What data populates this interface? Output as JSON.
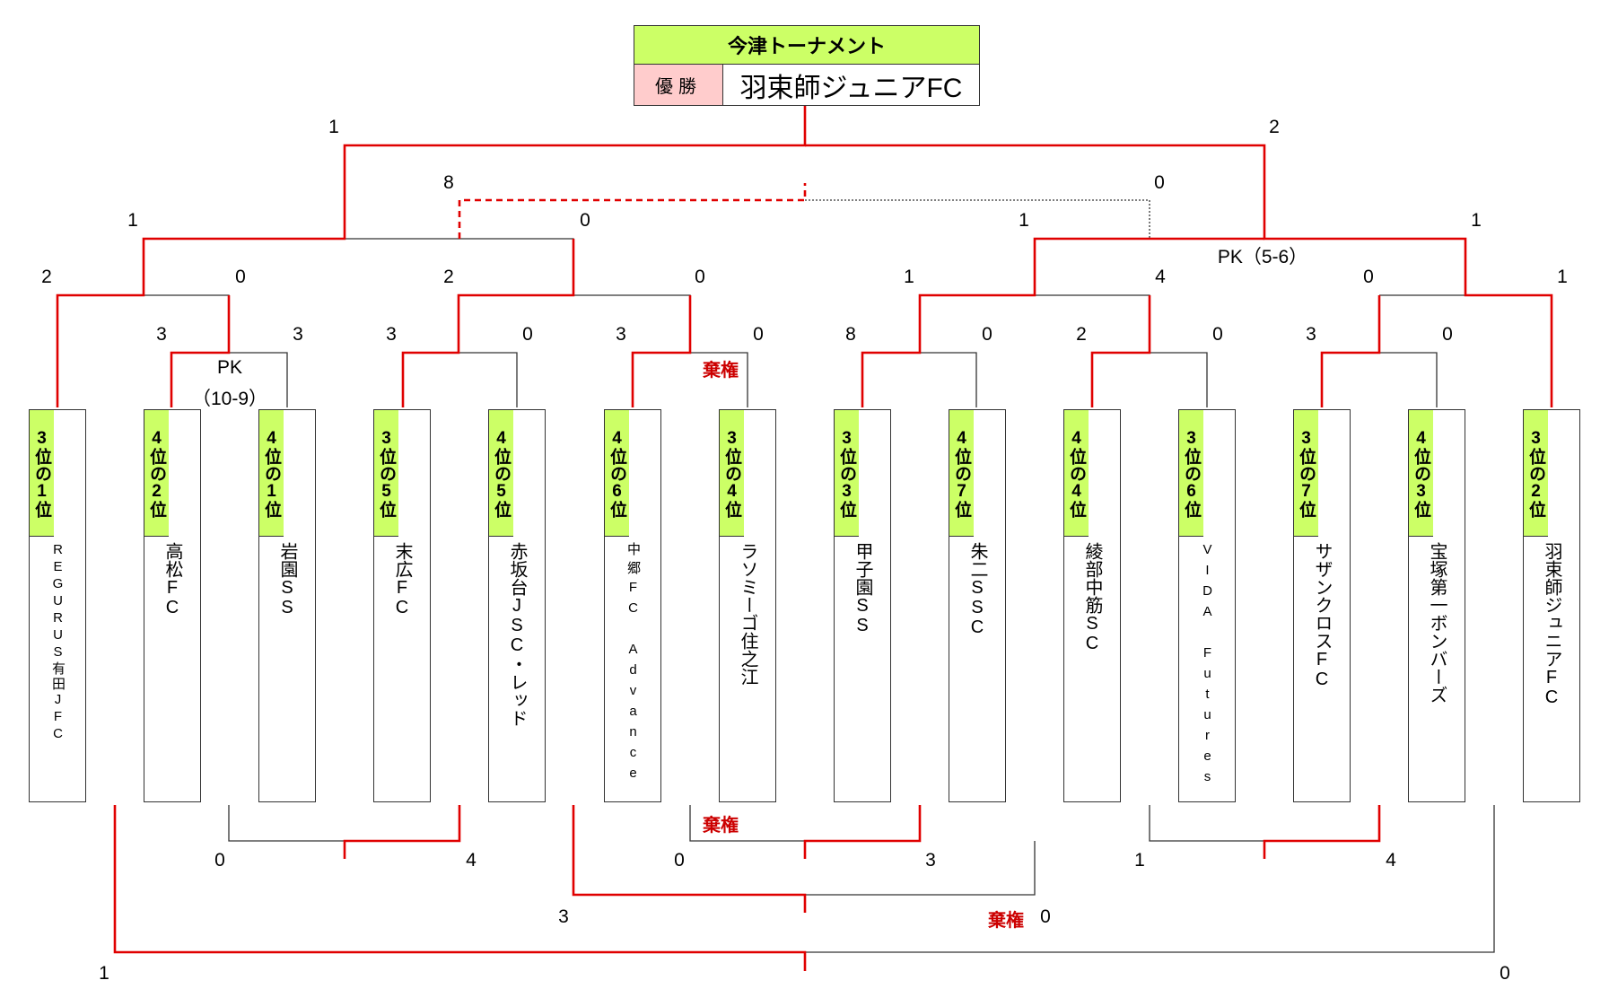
{
  "title": "今津トーナメント",
  "winner_label": "優勝",
  "winner_name": "羽束師ジュニアFC",
  "teams": [
    {
      "rank": "3位の1位",
      "name": "REGURUS有田JFC"
    },
    {
      "rank": "4位の2位",
      "name": "高松FC"
    },
    {
      "rank": "4位の1位",
      "name": "岩園SS"
    },
    {
      "rank": "3位の5位",
      "name": "末広FC"
    },
    {
      "rank": "4位の5位",
      "name": "赤坂台JSC・レッド"
    },
    {
      "rank": "4位の6位",
      "name": "中郷FC Advance"
    },
    {
      "rank": "3位の4位",
      "name": "ラソミーゴ住之江"
    },
    {
      "rank": "3位の3位",
      "name": "甲子園SS"
    },
    {
      "rank": "4位の7位",
      "name": "朱二SSC"
    },
    {
      "rank": "4位の4位",
      "name": "綾部中筋SC"
    },
    {
      "rank": "3位の6位",
      "name": "VIDA Futures"
    },
    {
      "rank": "3位の7位",
      "name": "サザンクロスFC"
    },
    {
      "rank": "4位の3位",
      "name": "宝塚第一ボンバーズ"
    },
    {
      "rank": "3位の2位",
      "name": "羽束師ジュニアFC"
    }
  ],
  "scores": {
    "final_l": "1",
    "final_r": "2",
    "sf_l1": "1",
    "sf_l2": "0",
    "sf_r1": "1",
    "sf_r2": "1",
    "third_l": "8",
    "third_r": "0",
    "qf1_l": "2",
    "qf1_r": "0",
    "qf2_l": "2",
    "qf2_r": "0",
    "qf3_l": "1",
    "qf3_r": "4",
    "qf4_l": "0",
    "qf4_r": "1",
    "r1a_l": "3",
    "r1a_r": "3",
    "r1b_l": "3",
    "r1b_r": "0",
    "r1c_l": "3",
    "r1c_r": "0",
    "r1d_l": "8",
    "r1d_r": "0",
    "r1e_l": "2",
    "r1e_r": "0",
    "r1f_l": "3",
    "r1f_r": "0",
    "lb1_l": "0",
    "lb1_r": "4",
    "lb2_l": "0",
    "lb2_r": "3",
    "lb3_l": "1",
    "lb3_r": "4",
    "lb4_l": "3",
    "lb4_r": "0",
    "lb5_l": "1",
    "lb5_r": "0"
  },
  "notes": {
    "pk1_label": "PK",
    "pk1_score": "（10-9）",
    "pk2": "PK（5-6）",
    "forfeit": "棄権"
  },
  "colors": {
    "winner_line": "#e00000",
    "line": "#333333",
    "rank_bg": "#ccff66",
    "winner_bg": "#ffcccc"
  }
}
